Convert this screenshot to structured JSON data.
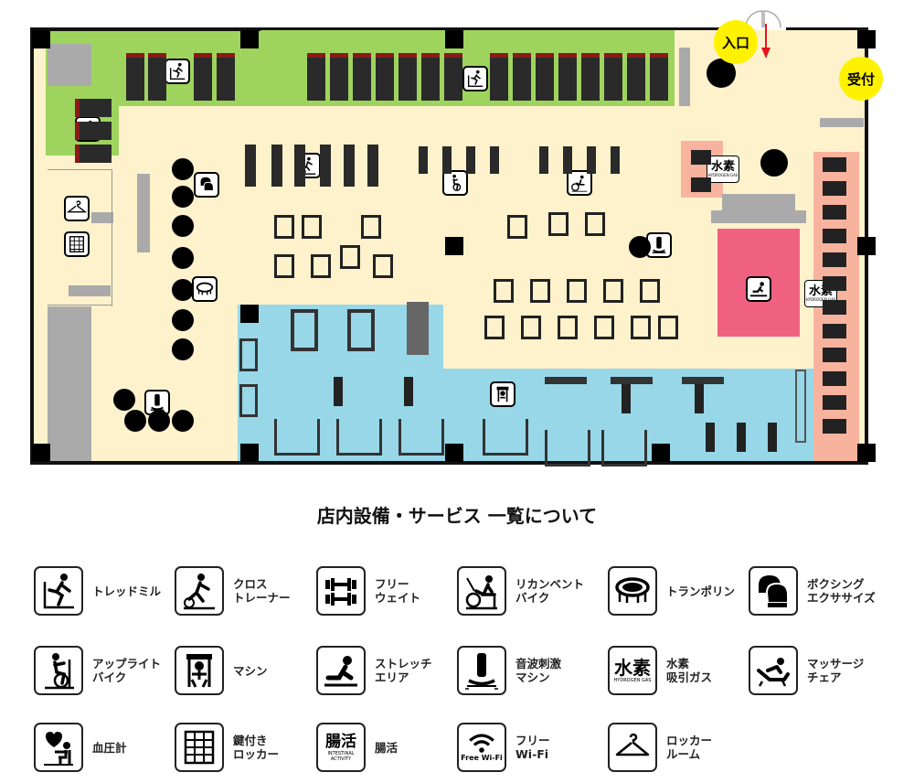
{
  "floorplan": {
    "entrance_label": "入口",
    "reception_label": "受付",
    "hydrogen_badge_text": "水素",
    "hydrogen_badge_sub": "HYDROGEN GAS",
    "colors": {
      "cardio_zone": "#9ed45e",
      "floor": "#fdf2cc",
      "free_weight_zone": "#97d7e8",
      "massage_zone": "#f8b39e",
      "stretch_mat": "#f06181",
      "label_circle": "#fff200",
      "entrance_arrow": "#e3141c"
    }
  },
  "section_title": "店内設備・サービス 一覧について",
  "legend": [
    {
      "icon": "treadmill-icon",
      "label": "トレッドミル"
    },
    {
      "icon": "cross-trainer-icon",
      "label": "クロス\nトレーナー"
    },
    {
      "icon": "free-weight-icon",
      "label": "フリー\nウェイト"
    },
    {
      "icon": "recumbent-bike-icon",
      "label": "リカンベント\nバイク"
    },
    {
      "icon": "trampoline-icon",
      "label": "トランポリン"
    },
    {
      "icon": "boxing-icon",
      "label": "ボクシング\nエクササイズ"
    },
    {
      "icon": "upright-bike-icon",
      "label": "アップライト\nバイク"
    },
    {
      "icon": "machine-icon",
      "label": "マシン"
    },
    {
      "icon": "stretch-icon",
      "label": "ストレッチ\nエリア"
    },
    {
      "icon": "ultrasonic-machine-icon",
      "label": "音波刺激\nマシン"
    },
    {
      "icon": "hydrogen-gas-icon",
      "label": "水素\n吸引ガス"
    },
    {
      "icon": "massage-chair-icon",
      "label": "マッサージ\nチェア"
    },
    {
      "icon": "blood-pressure-icon",
      "label": "血圧計"
    },
    {
      "icon": "locker-icon",
      "label": "鍵付き\nロッカー"
    },
    {
      "icon": "intestinal-icon",
      "label": "腸活"
    },
    {
      "icon": "wifi-icon",
      "label": "フリー\nWi-Fi"
    },
    {
      "icon": "locker-room-icon",
      "label": "ロッカー\nルーム"
    }
  ],
  "icon_texts": {
    "hydrogen_big": "水素",
    "hydrogen_small": "HYDROGEN GAS",
    "intestinal_big": "腸活",
    "intestinal_small": "INTESTINAL ACTIVITY",
    "wifi_text": "Free Wi-Fi"
  }
}
